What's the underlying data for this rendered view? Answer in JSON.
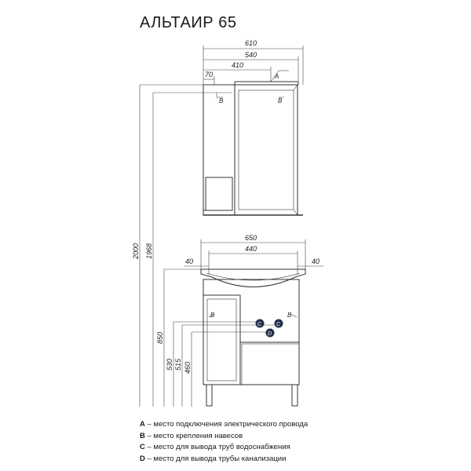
{
  "title": "АЛЬТАИР 65",
  "mirror_cabinet": {
    "dims": {
      "overall_width": "610",
      "mirror_width": "540",
      "mirror_span": "410",
      "shelf_width": "70",
      "height_top": "2000",
      "height_mid": "1968"
    },
    "markers": [
      "A",
      "B",
      "B"
    ]
  },
  "vanity": {
    "dims": {
      "overall_width": "650",
      "inner_width": "440",
      "left_offset": "40",
      "right_offset": "40",
      "h850": "850",
      "h530": "530",
      "h515": "515",
      "h460": "460"
    },
    "markers": [
      "B",
      "B",
      "C",
      "C",
      "D"
    ]
  },
  "legend": [
    {
      "key": "A",
      "text": " – место подключения электрического провода"
    },
    {
      "key": "B",
      "text": " – место крепления навесов"
    },
    {
      "key": "C",
      "text": " – место для вывода труб водоснабжения"
    },
    {
      "key": "D",
      "text": " – место для вывода трубы канализации"
    }
  ],
  "colors": {
    "line": "#333333",
    "marker_fill": "#1f2d4d"
  }
}
